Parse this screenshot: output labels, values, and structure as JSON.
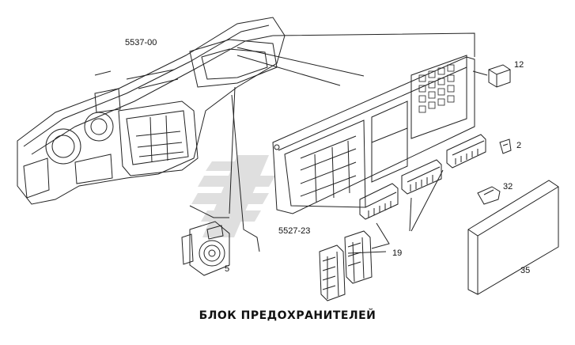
{
  "caption": "БЛОК ПРЕДОХРАНИТЕЛЕЙ",
  "labels": {
    "dashboard": "5537-00",
    "relay": "12",
    "clip": "2",
    "cover_clip": "32",
    "panel": "5527-23",
    "connector": "5",
    "fuses": "19",
    "cover": "35"
  },
  "colors": {
    "line": "#222222",
    "watermark": "#d9d9d9"
  }
}
